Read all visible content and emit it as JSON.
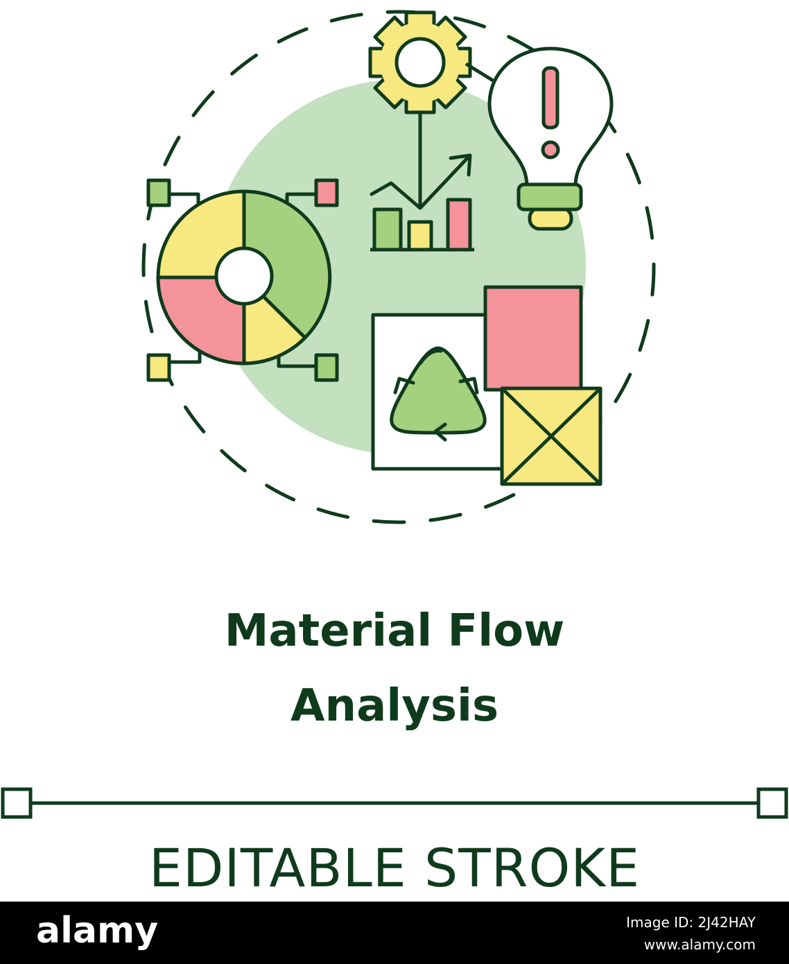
{
  "title": {
    "line1": "Material Flow",
    "line2": "Analysis"
  },
  "subtitle": "EDITABLE STROKE",
  "watermark": {
    "brand": "alamy",
    "image_id": "Image ID: 2J42HAY",
    "url": "www.alamy.com"
  },
  "colors": {
    "outline": "#0f3b1c",
    "circle_bg": "#c3e0bf",
    "green": "#a5d17f",
    "yellow": "#f7e87f",
    "pink": "#f4939a",
    "white": "#ffffff",
    "footer": "#000000"
  },
  "icons": [
    "pie-chart-icon",
    "gear-icon",
    "bar-chart-icon",
    "trend-arrow-icon",
    "light-bulb-icon",
    "exclamation-icon",
    "recycle-icon",
    "document-icon",
    "box-icon",
    "crate-icon"
  ]
}
